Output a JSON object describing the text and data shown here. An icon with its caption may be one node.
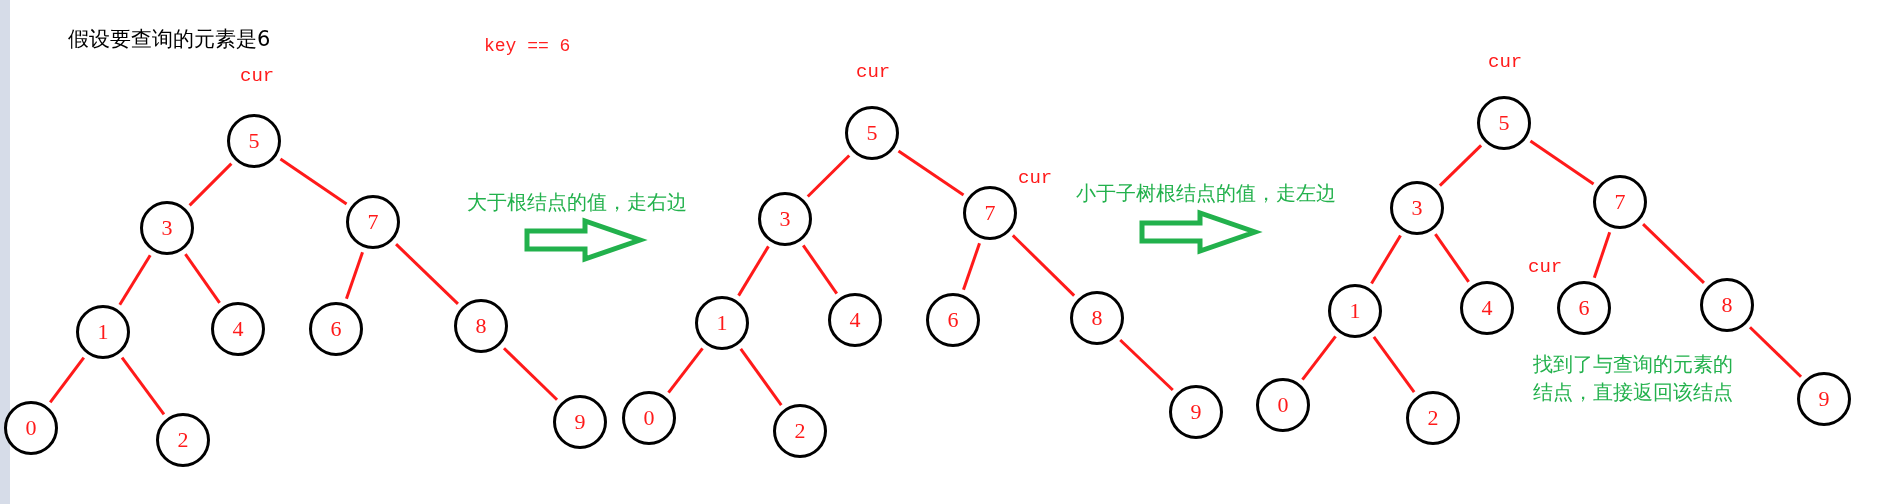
{
  "diagram": {
    "title": "假设要查询的元素是6",
    "nodes": [
      {
        "text": [
          "5"
        ],
        "beside": [
          "cur"
        ]
      },
      {
        "text": [
          "3"
        ]
      },
      {
        "text": [
          "7"
        ]
      },
      {
        "text": [
          "1"
        ]
      },
      {
        "text": [
          "4"
        ]
      },
      {
        "text": [
          "6"
        ]
      },
      {
        "text": [
          "8"
        ]
      },
      {
        "text": [
          "0"
        ]
      },
      {
        "text": [
          "2"
        ]
      },
      {
        "text": [
          "9"
        ]
      },
      {
        "text": [
          "5"
        ],
        "beside": [
          "cur"
        ]
      },
      {
        "text": [
          "3"
        ]
      },
      {
        "text": [
          "7"
        ],
        "beside": [
          "cur"
        ]
      },
      {
        "text": [
          "1"
        ]
      },
      {
        "text": [
          "4"
        ]
      },
      {
        "text": [
          "6"
        ]
      },
      {
        "text": [
          "8"
        ]
      },
      {
        "text": [
          "0"
        ]
      },
      {
        "text": [
          "2"
        ]
      },
      {
        "text": [
          "9"
        ]
      },
      {
        "text": [
          "5"
        ],
        "beside": [
          "cur"
        ]
      },
      {
        "text": [
          "3"
        ]
      },
      {
        "text": [
          "7"
        ]
      },
      {
        "text": [
          "1"
        ]
      },
      {
        "text": [
          "4"
        ]
      },
      {
        "text": [
          "6"
        ],
        "beside": [
          "cur"
        ]
      },
      {
        "text": [
          "8"
        ]
      },
      {
        "text": [
          "0"
        ]
      },
      {
        "text": [
          "2"
        ]
      },
      {
        "text": [
          "9"
        ]
      }
    ],
    "edges": [
      {
        "from": 0,
        "to": 1,
        "arrow": "none"
      },
      {
        "from": 0,
        "to": 2,
        "arrow": "none"
      },
      {
        "from": 1,
        "to": 3,
        "arrow": "none"
      },
      {
        "from": 1,
        "to": 4,
        "arrow": "none"
      },
      {
        "from": 2,
        "to": 5,
        "arrow": "none"
      },
      {
        "from": 2,
        "to": 6,
        "arrow": "none"
      },
      {
        "from": 3,
        "to": 7,
        "arrow": "none"
      },
      {
        "from": 3,
        "to": 8,
        "arrow": "none"
      },
      {
        "from": 6,
        "to": 9,
        "arrow": "none"
      },
      {
        "from": 10,
        "to": 11,
        "arrow": "none"
      },
      {
        "from": 10,
        "to": 12,
        "arrow": "none"
      },
      {
        "from": 11,
        "to": 13,
        "arrow": "none"
      },
      {
        "from": 11,
        "to": 14,
        "arrow": "none"
      },
      {
        "from": 12,
        "to": 15,
        "arrow": "none"
      },
      {
        "from": 12,
        "to": 16,
        "arrow": "none"
      },
      {
        "from": 13,
        "to": 17,
        "arrow": "none"
      },
      {
        "from": 13,
        "to": 18,
        "arrow": "none"
      },
      {
        "from": 16,
        "to": 19,
        "arrow": "none"
      },
      {
        "from": 20,
        "to": 21,
        "arrow": "none"
      },
      {
        "from": 20,
        "to": 22,
        "arrow": "none"
      },
      {
        "from": 21,
        "to": 23,
        "arrow": "none"
      },
      {
        "from": 21,
        "to": 24,
        "arrow": "none"
      },
      {
        "from": 22,
        "to": 25,
        "arrow": "none"
      },
      {
        "from": 22,
        "to": 26,
        "arrow": "none"
      },
      {
        "from": 23,
        "to": 27,
        "arrow": "none"
      },
      {
        "from": 23,
        "to": 28,
        "arrow": "none"
      },
      {
        "from": 26,
        "to": 29,
        "arrow": "none"
      }
    ],
    "labels": [
      "key == 6",
      "大于根结点的值，走右边",
      "小于子树根结点的值，走左边",
      "找到了与查询的元素的结点，直接返回该结点"
    ]
  }
}
